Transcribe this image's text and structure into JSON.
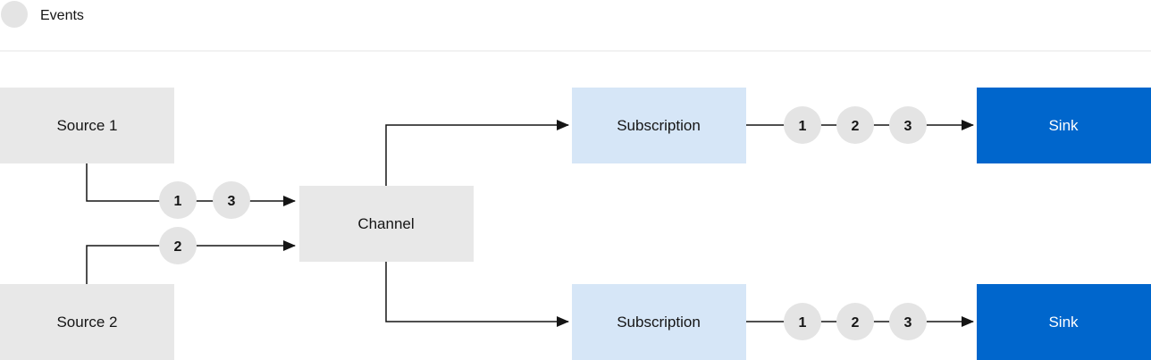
{
  "legend": {
    "events_label": "Events"
  },
  "nodes": {
    "source_1": "Source 1",
    "source_2": "Source 2",
    "channel": "Channel",
    "subscription_top": "Subscription",
    "subscription_bottom": "Subscription",
    "sink_top": "Sink",
    "sink_bottom": "Sink"
  },
  "events": {
    "source1_to_channel": [
      "1",
      "3"
    ],
    "source2_to_channel": [
      "2"
    ],
    "subscription_top_to_sink": [
      "1",
      "2",
      "3"
    ],
    "subscription_bottom_to_sink": [
      "1",
      "2",
      "3"
    ]
  },
  "colors": {
    "source_fill": "#e8e8e8",
    "channel_fill": "#e8e8e8",
    "subscription_fill": "#d6e6f7",
    "sink_fill": "#0066cc",
    "event_fill": "#e4e4e4",
    "line": "#151515"
  }
}
